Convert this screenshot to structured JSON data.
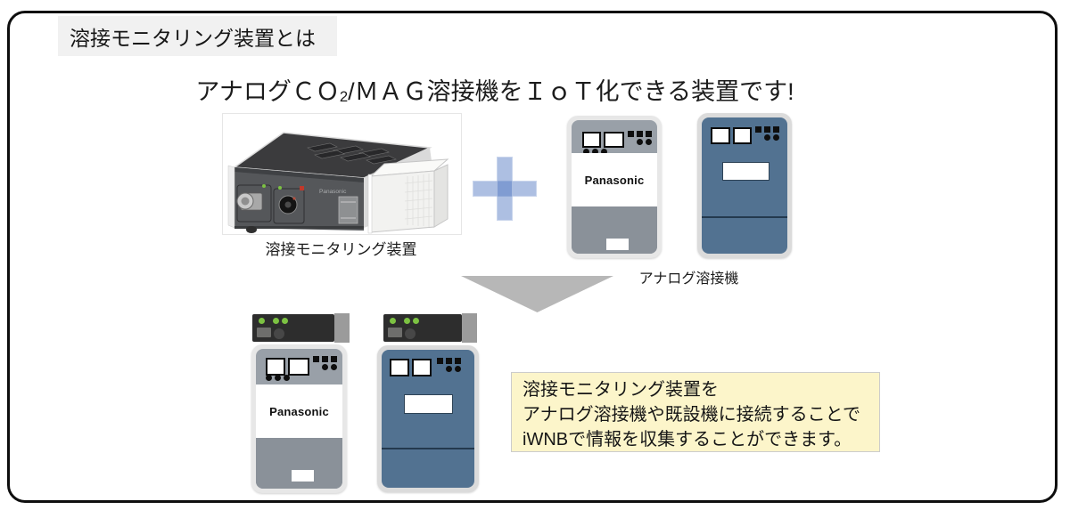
{
  "header": {
    "title": "溶接モニタリング装置とは"
  },
  "headline": {
    "pre": "アナログＣＯ",
    "sub": "2",
    "post": "/ＭＡＧ溶接機をＩｏＴ化できる装置です!"
  },
  "monitor_device": {
    "caption": "溶接モニタリング装置"
  },
  "analog_welder": {
    "caption": "アナログ溶接機"
  },
  "machine": {
    "brand": "Panasonic"
  },
  "info_box": {
    "line1": "溶接モニタリング装置を",
    "line2": "アナログ溶接機や既設機に接続することで",
    "line3": "iWNBで情報を収集することができます。"
  },
  "colors": {
    "plus_blue": "#7FA3DC",
    "machine_gray": "#99A0A8",
    "machine_gray_lower": "#8A9199",
    "machine_blue": "#527291",
    "arrow_gray": "#B7B7B7",
    "info_bg": "#FCF5CA",
    "led_green": "#7CC242",
    "monitor_bar": "#2D2D2D"
  }
}
